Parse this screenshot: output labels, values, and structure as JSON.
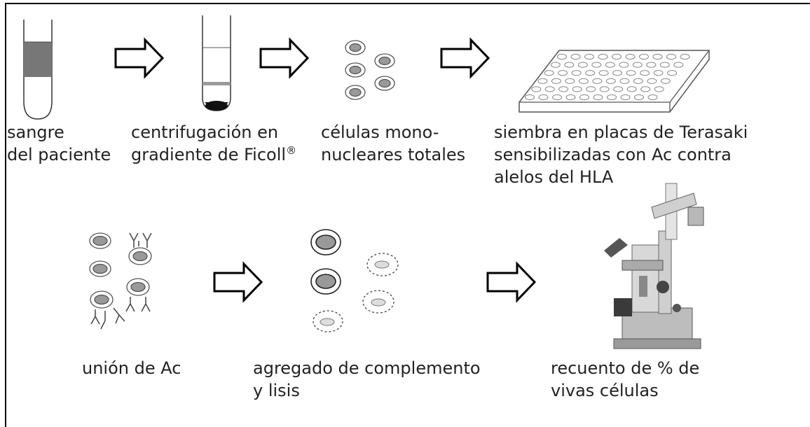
{
  "steps": [
    {
      "id": "blood",
      "lines": [
        "sangre",
        "del paciente"
      ]
    },
    {
      "id": "centrifugation",
      "lines": [
        "centrifugación en",
        "gradiente de Ficoll"
      ],
      "superscript": "®"
    },
    {
      "id": "cells",
      "lines": [
        "células mono-",
        "nucleares totales"
      ]
    },
    {
      "id": "plating",
      "lines": [
        "siembra en placas de Terasaki",
        "sensibilizadas con Ac contra",
        "alelos del HLA"
      ]
    },
    {
      "id": "antibody",
      "lines": [
        "unión de Ac"
      ]
    },
    {
      "id": "complement",
      "lines": [
        "agregado de complemento",
        "y lisis"
      ]
    },
    {
      "id": "count",
      "lines": [
        "recuento de % de",
        "vivas células"
      ]
    }
  ]
}
